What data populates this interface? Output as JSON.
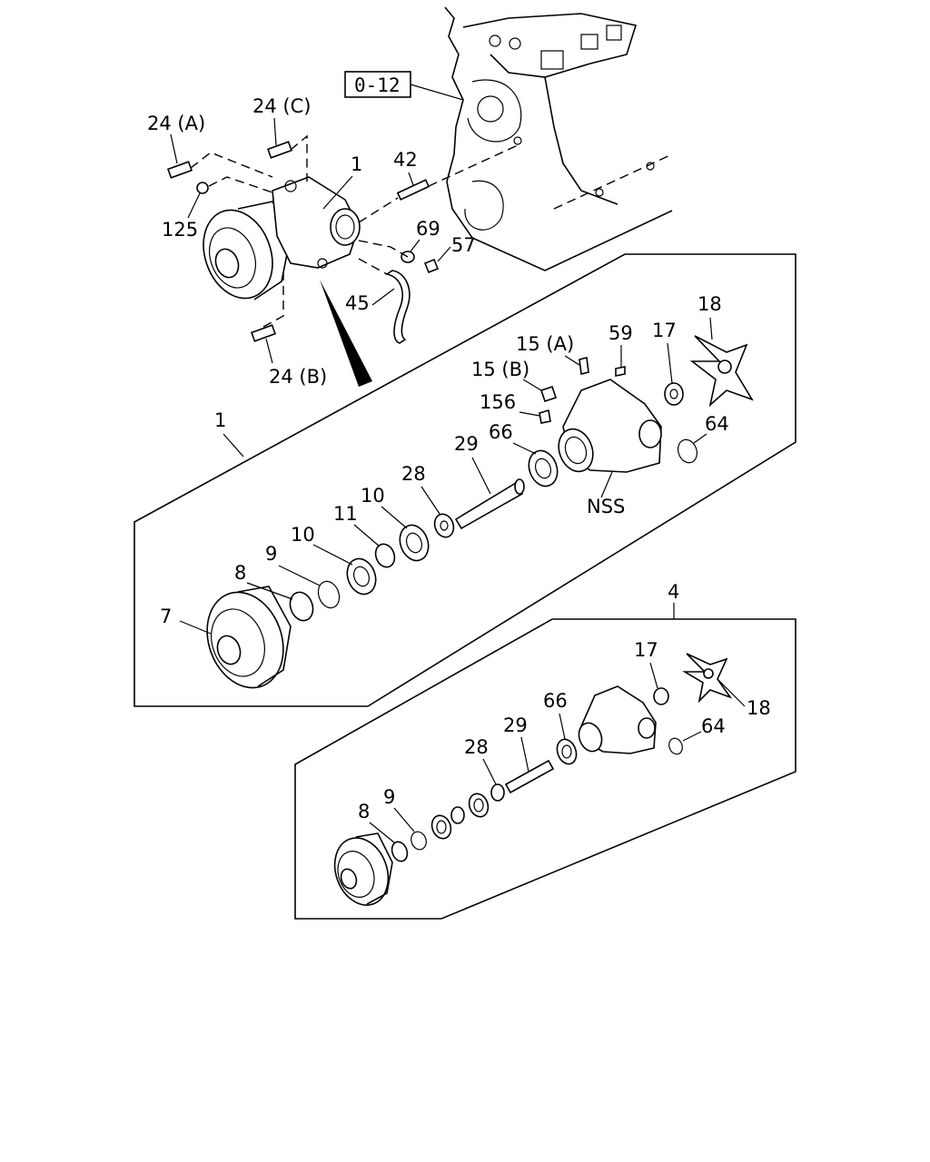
{
  "reference_box": "0-12",
  "upper_labels": {
    "bolt_a": "24 (A)",
    "bolt_c": "24 (C)",
    "bolt_b": "24 (B)",
    "assy": "1",
    "stud": "42",
    "nut": "125",
    "oring_69": "69",
    "plug_57": "57",
    "pipe_45": "45"
  },
  "panel1": {
    "group_number": "1",
    "labels": {
      "pulley": "7",
      "ring_8": "8",
      "snap_9": "9",
      "bearing_10a": "10",
      "spacer_11": "11",
      "bearing_10b": "10",
      "washer_28": "28",
      "shaft_29": "29",
      "seal_66": "66",
      "sensor_156": "156",
      "fitting_15b": "15 (B)",
      "fitting_15a": "15 (A)",
      "pin_59": "59",
      "seal_17": "17",
      "impeller_18": "18",
      "oring_64": "64",
      "housing_nss": "NSS"
    }
  },
  "panel2": {
    "group_number": "4",
    "labels": {
      "ring_8": "8",
      "snap_9": "9",
      "washer_28": "28",
      "shaft_29": "29",
      "seal_66": "66",
      "seal_17": "17",
      "impeller_18": "18",
      "oring_64": "64"
    }
  }
}
